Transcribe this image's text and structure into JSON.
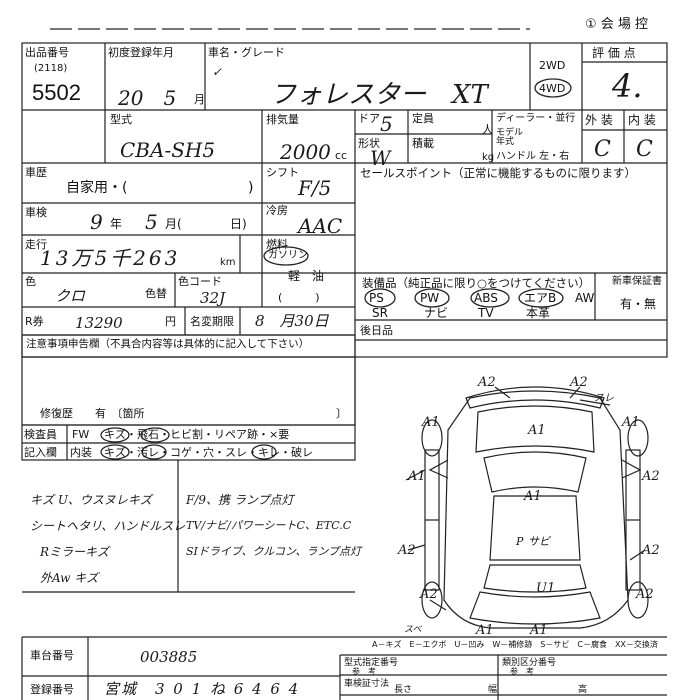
{
  "header": {
    "top_text": "① 会 場 控",
    "lot_label": "出品番号",
    "lot_sub": "(2118)",
    "lot_number": "5502",
    "first_reg_label": "初度登録年月",
    "first_reg_value": "20　5",
    "month_suffix": "月",
    "model_label": "車名・グレード",
    "model_check": "✓",
    "car_name": "フォレスター　XT",
    "drive_2wd": "2WD",
    "drive_4wd": "4WD",
    "grade_label": "評 価 点",
    "grade_value": "4."
  },
  "specs": {
    "type_label": "型式",
    "type_value": "CBA-SH5",
    "displacement_label": "排気量",
    "displacement_value": "2000",
    "displacement_unit": "cc",
    "doors_label": "ドア",
    "doors_value": "5",
    "capacity_label": "定員",
    "capacity_unit": "人",
    "shape_label": "形状",
    "shape_value": "W",
    "load_label": "積載",
    "load_unit": "kg",
    "dealer_label": "ディーラー・並行",
    "model_year_label": "モデル\n年式",
    "handle_label": "ハンドル 左・右",
    "exterior_label": "外 装",
    "interior_label": "内 装",
    "exterior_value": "C",
    "interior_value": "C"
  },
  "history": {
    "label": "車歴",
    "value": "自家用・(",
    "close": ")",
    "shift_label": "シフト",
    "shift_value": "F/5",
    "sales_label": "セールスポイント（正常に機能するものに限ります）"
  },
  "inspection": {
    "label": "車検",
    "year": "9",
    "year_suffix": "年",
    "month": "5",
    "month_suffix": "月(",
    "day_suffix": "日)",
    "aircon_label": "冷房",
    "aircon_value": "AAC"
  },
  "mileage": {
    "label": "走行",
    "value": "13万5千263",
    "unit": "km",
    "fuel_label": "燃料",
    "fuel_gasoline": "ガソリン",
    "fuel_diesel": "軽　油",
    "fuel_paren": "(　　　)"
  },
  "color": {
    "label": "色",
    "value": "クロ",
    "code_label": "色コード",
    "code_value": "32J",
    "paint_label": "色替",
    "equip_label": "装備品（純正品に限り○をつけてください）",
    "warranty_label": "新車保証書",
    "warranty_value": "有・無",
    "equip_row1": [
      "PS",
      "PW",
      "ABS",
      "エアB",
      "AW"
    ],
    "equip_row2": [
      "SR",
      "ナビ",
      "TV",
      "本革"
    ]
  },
  "recycle": {
    "label": "R券",
    "value": "13290",
    "unit": "円",
    "change_label": "名変期限",
    "change_value": "8　月30日",
    "rear_seat_label": "後日品"
  },
  "notes": {
    "label": "注意事項申告欄（不具合内容等は具体的に記入して下さい）",
    "repair_label": "修復歴　　有　〔箇所",
    "repair_close": "〕"
  },
  "checklist": {
    "inspector_label": "検査員",
    "remarks_label": "記入欄",
    "fw_label": "FW",
    "fw_items": "キズ・飛石・ヒビ割・リペア跡・×要",
    "interior_label": "内装",
    "interior_items": "キズ・汚レ・コゲ・穴・スレ・キレ・破レ"
  },
  "comments": {
    "left": [
      "キズ U、ウスヌレキズ",
      "シートヘタリ、ハンドルスレ",
      "Rミラーキズ",
      "外Aw キズ"
    ],
    "right": [
      "F/9、携 ランプ点灯",
      "TV/ナビ/パワーシートC、ETC.C",
      "SIドライブ、クルコン、ランプ点灯"
    ]
  },
  "diagram": {
    "marks": [
      "A2",
      "A2",
      "スレ",
      "A1",
      "A1",
      "A1",
      "A1",
      "A2",
      "A1",
      "A2",
      "A2",
      "A2",
      "P",
      "サビ",
      "U1",
      "A2",
      "A1",
      "A1",
      "スベ"
    ],
    "legend": "A－キズ　E－エクボ　U－凹み　W－補修跡　S－サビ　C－腐食　XX－交換済"
  },
  "footer": {
    "chassis_label": "車台番号",
    "chassis_value": "003885",
    "reg_label": "登録番号",
    "reg_value": "宮城　3 0 1 ね 6 4 6 4",
    "form_label": "型式指定番号",
    "form_sub": "参　考",
    "class_label": "類別区分番号",
    "class_sub": "参　考",
    "cert_label": "車検証寸法",
    "length_label": "長さ",
    "width_label": "幅",
    "height_label": "高"
  }
}
